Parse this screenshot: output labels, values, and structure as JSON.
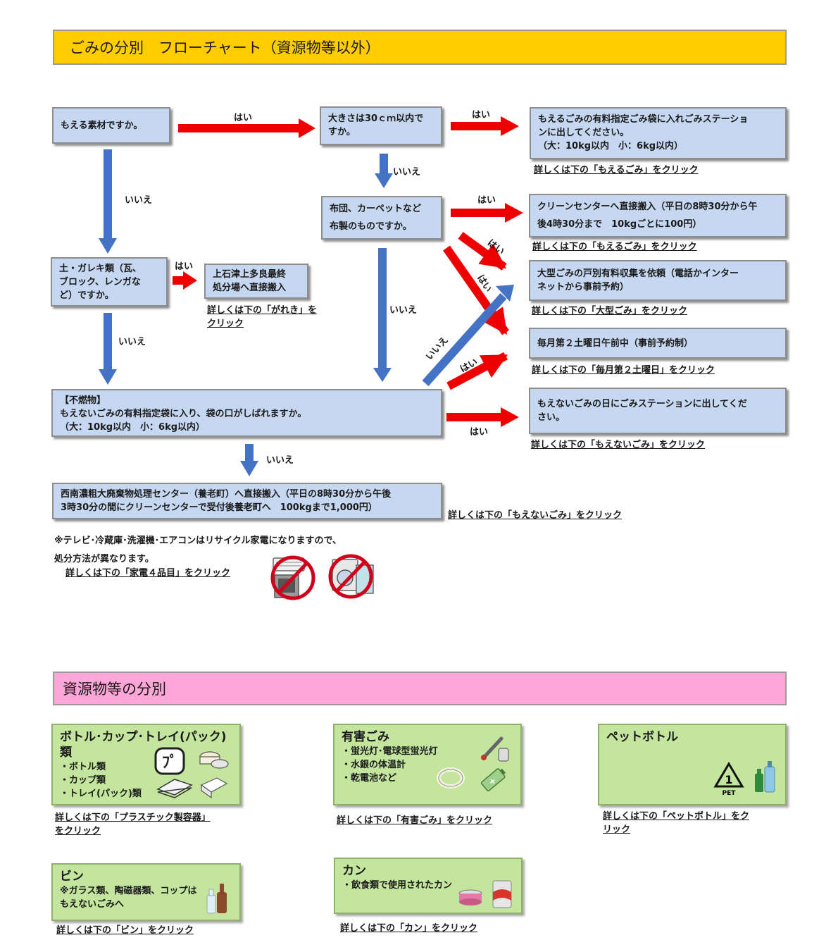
{
  "flow": {
    "title": "ごみの分別　フローチャート（資源物等以外）",
    "q_combustible": "もえる素材ですか。",
    "q_size": "大きさは30ｃｍ以内で\nすか。",
    "q_fabric": "布団、カーペットなど\n布製のものですか。",
    "q_rubble": "土・ガレキ類（瓦、\nブロック、レンガな\nど）ですか。",
    "q_noncomb": "【不燃物】\nもえないごみの有料指定袋に入り、袋の口がしばれますか。\n（大：10kg以内　小：6kg以内）",
    "a_station": "もえるごみの有料指定ごみ袋に入れごみステーショ\nンに出してください。\n（大：10kg以内　小：6kg以内）",
    "a_clean_center": "クリーンセンターへ直接搬入（平日の8時30分から午\n後4時30分まで　10kgごとに100円）",
    "a_large": "大型ごみの戸別有料収集を依頼（電話かインター\nネットから事前予約）",
    "a_saturday": "毎月第２土曜日午前中（事前予約制）",
    "a_noncomb_day": "もえないごみの日にごみステーションに出してくだ\nさい。",
    "a_landfill": "上石津上多良最終\n処分場へ直接搬入",
    "a_seinan": "西南濃粗大廃棄物処理センター（養老町）へ直接搬入（平日の8時30分から午後\n3時30分の間にクリーンセンターで受付後養老町へ　100kgまで1,000円）",
    "link_moeru1": "詳しくは下の「もえるごみ」をクリック",
    "link_moeru2": "詳しくは下の「もえるごみ」をクリック",
    "link_large": "詳しくは下の「大型ごみ」をクリック",
    "link_saturday": "詳しくは下の「毎月第２土曜日」をクリック",
    "link_moenai1": "詳しくは下の「もえないごみ」をクリック",
    "link_moenai2": "詳しくは下の「もえないごみ」をクリック",
    "link_gareki": "詳しくは下の「がれき」を\nクリック",
    "yes": "はい",
    "no": "いいえ",
    "note_line1": "※テレビ･冷蔵庫･洗濯機･エアコンはリサイクル家電になりますので、",
    "note_line2": "処分方法が異なります。",
    "link_kaden": "詳しくは下の「家電４品目」をクリック"
  },
  "resources": {
    "title": "資源物等の分別",
    "plastic": {
      "title": "ボトル･カップ･トレイ(パック)類",
      "items": [
        "・ボトル類",
        "・カップ類",
        "・トレイ(パック)類"
      ],
      "link": "詳しくは下の「プラスチック製容器」\nをクリック"
    },
    "hazard": {
      "title": "有害ごみ",
      "items": [
        "・蛍光灯･電球型蛍光灯",
        "・水銀の体温計",
        "・乾電池など"
      ],
      "link": "詳しくは下の「有害ごみ」をクリック"
    },
    "pet": {
      "title": "ペットボトル",
      "pet_label": "PET",
      "pet_number": "1",
      "link": "詳しくは下の「ペットボトル」をク\nリック"
    },
    "bin": {
      "title": "ビン",
      "items": [
        "※ガラス類、陶磁器類、コップは",
        "もえないごみへ"
      ],
      "link": "詳しくは下の「ビン」をクリック"
    },
    "can": {
      "title": "カン",
      "items": [
        "・飲食類で使用されたカン"
      ],
      "link": "詳しくは下の「カン」をクリック"
    }
  },
  "colors": {
    "yes_arrow": "#ee0000",
    "no_arrow": "#4472c4",
    "box_fill": "#c6d8f1",
    "green_box": "#c4e59e",
    "yellow_banner": "#ffcc00",
    "pink_banner": "#ffa6d9"
  }
}
